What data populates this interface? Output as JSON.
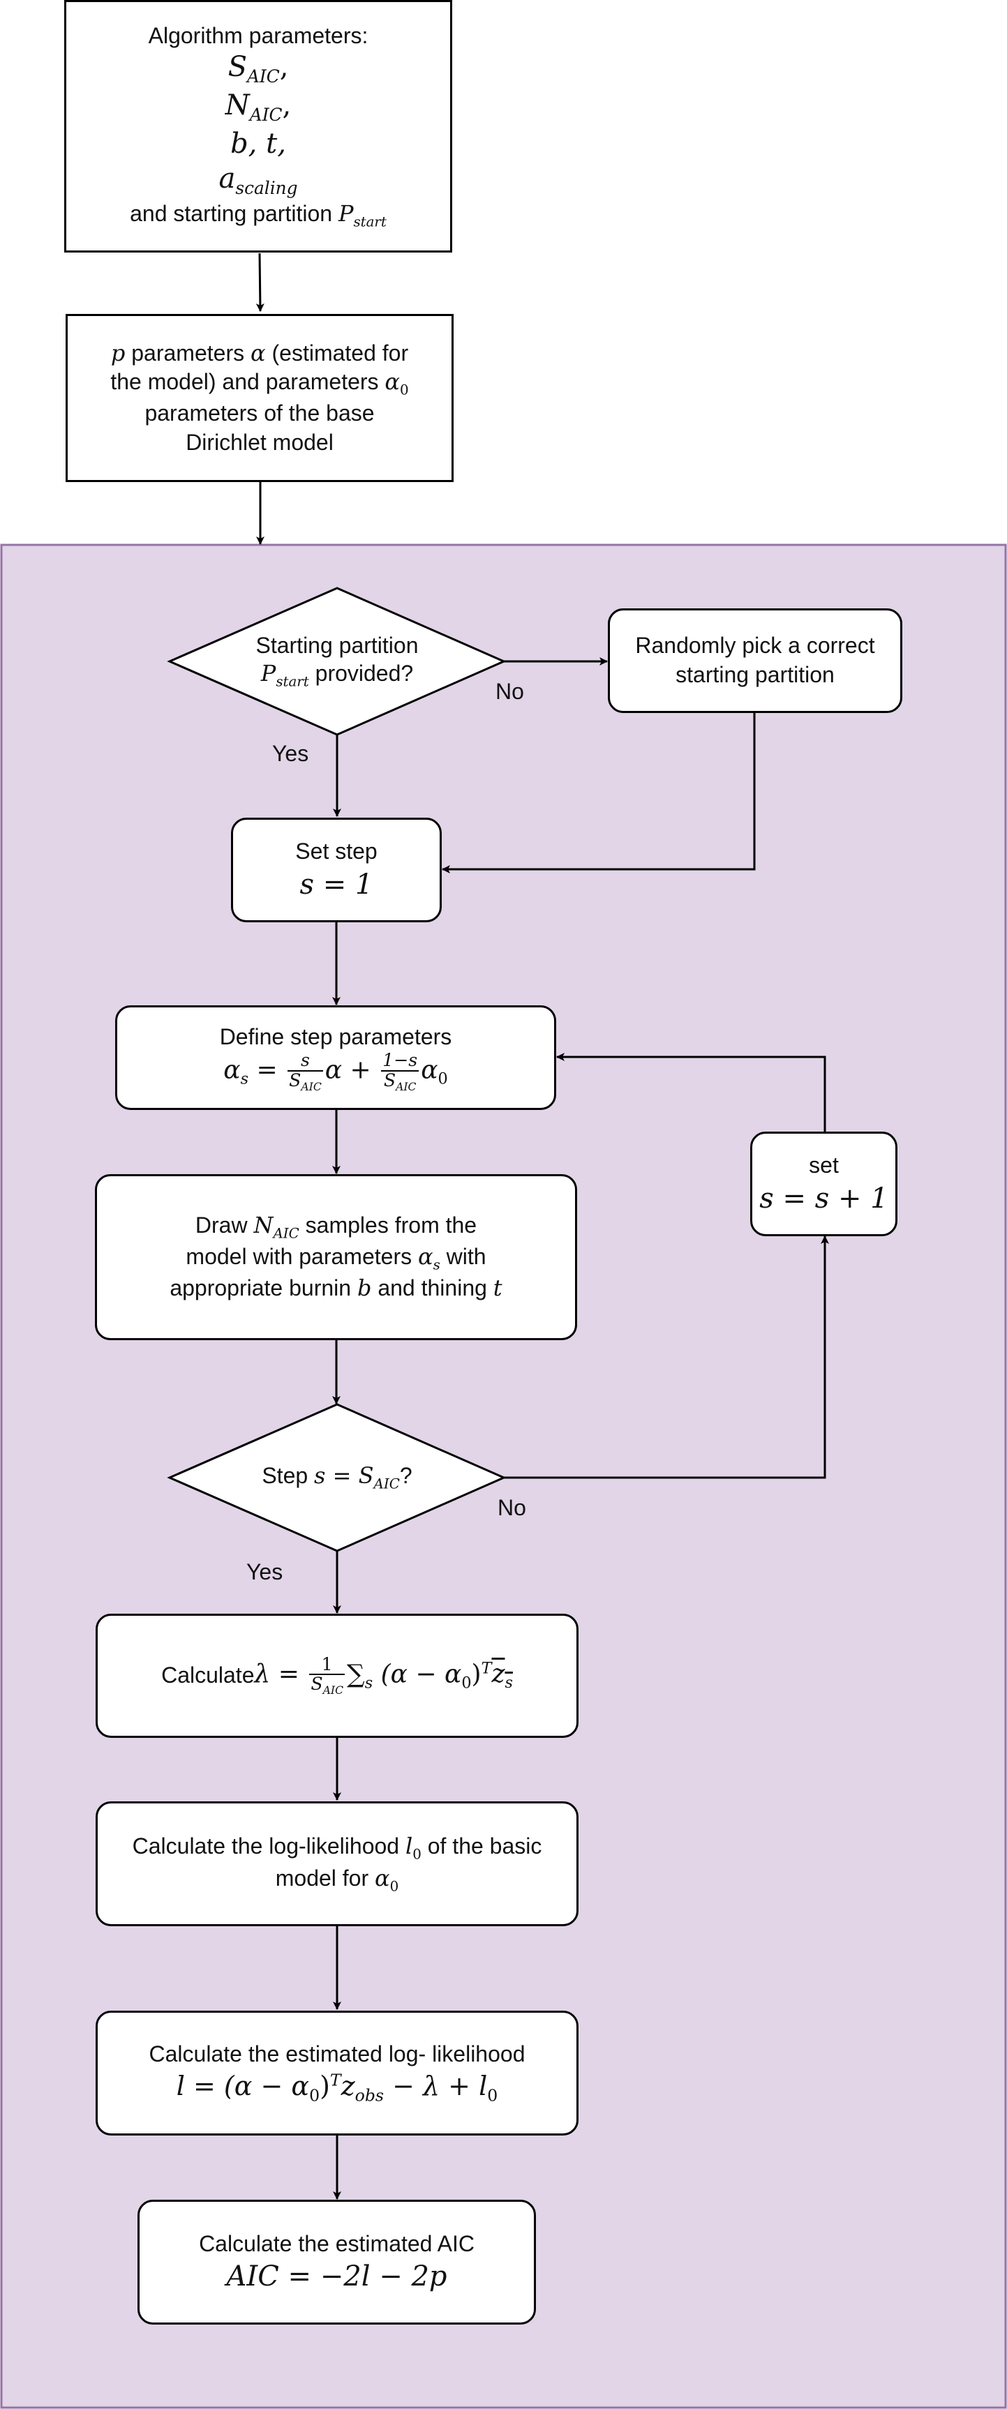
{
  "colors": {
    "container_fill": "#e1d5e7",
    "container_stroke": "#9673a6",
    "stroke": "#000000"
  },
  "nodes": {
    "params_box": {
      "title": "Algorithm parameters:",
      "l1": "S",
      "l1_sub": "AIC",
      "l1_tail": ",",
      "l2": "N",
      "l2_sub": "AIC",
      "l2_tail": ",",
      "l3": "b, t,",
      "l4": "a",
      "l4_sub": "scaling",
      "l5_text": "and starting partition ",
      "l5_var": "P",
      "l5_sub": "start"
    },
    "alpha_box": {
      "v1": "p",
      "t1": " parameters ",
      "v2": "α",
      "t2": " (estimated for",
      "t3": "the model) and parameters ",
      "v3": "α",
      "v3_sub": "0",
      "t4": "parameters of the base",
      "t5": "Dirichlet model"
    },
    "decision_start": {
      "t1": "Starting partition",
      "v1": "P",
      "v1_sub": "start",
      "t2": " provided?"
    },
    "random_box": {
      "t1": "Randomly pick a correct",
      "t2": "starting partition"
    },
    "set_step": {
      "t1": "Set step",
      "eq": "s = 1"
    },
    "define_step": {
      "t1": "Define step parameters",
      "lhs": "α",
      "lhs_sub": "s",
      "eq": " = ",
      "f1_num": "s",
      "f1_den": "S",
      "f1_den_sub": "AIC",
      "m1": "α + ",
      "f2_num": "1−s",
      "f2_den": "S",
      "f2_den_sub": "AIC",
      "m2": "α",
      "m2_sub": "0"
    },
    "set_inc": {
      "t1": "set",
      "eq": "s = s + 1"
    },
    "draw_box": {
      "t1": "Draw ",
      "v1": "N",
      "v1_sub": "AIC",
      "t2": " samples from the",
      "t3": "model with parameters ",
      "v2": "α",
      "v2_sub": "s",
      "t4": " with",
      "t5": "appropriate burnin ",
      "v3": "b",
      "t6": " and thining ",
      "v4": "t"
    },
    "decision_step": {
      "t1": "Step ",
      "v1": "s = S",
      "v1_sub": "AIC",
      "t2": "?"
    },
    "calc_lambda": {
      "t1": "Calculate ",
      "v1": "λ = ",
      "f_num": "1",
      "f_den": "S",
      "f_den_sub": "AIC",
      "sum": "∑",
      "sum_sub": "s",
      "expr": " (α − α",
      "expr_sub": "0",
      "expr_close": ")",
      "sup": "T",
      "z": "z",
      "z_sub": "s"
    },
    "calc_l0": {
      "t1": "Calculate the log-likelihood ",
      "v1": "l",
      "v1_sub": "0",
      "t2": " of the basic",
      "t3": "model for ",
      "v2": "α",
      "v2_sub": "0"
    },
    "calc_l": {
      "t1": "Calculate the estimated log- likelihood",
      "e1": "l = (α − α",
      "e1_sub": "0",
      "e2": ")",
      "e2_sup": "T",
      "e3": "z",
      "e3_sub": "obs",
      "e4": " − λ + l",
      "e4_sub": "0"
    },
    "calc_aic": {
      "t1": "Calculate the estimated AIC",
      "eq": "AIC = −2l − 2p"
    }
  },
  "edge_labels": {
    "start_no": "No",
    "start_yes": "Yes",
    "step_no": "No",
    "step_yes": "Yes"
  }
}
